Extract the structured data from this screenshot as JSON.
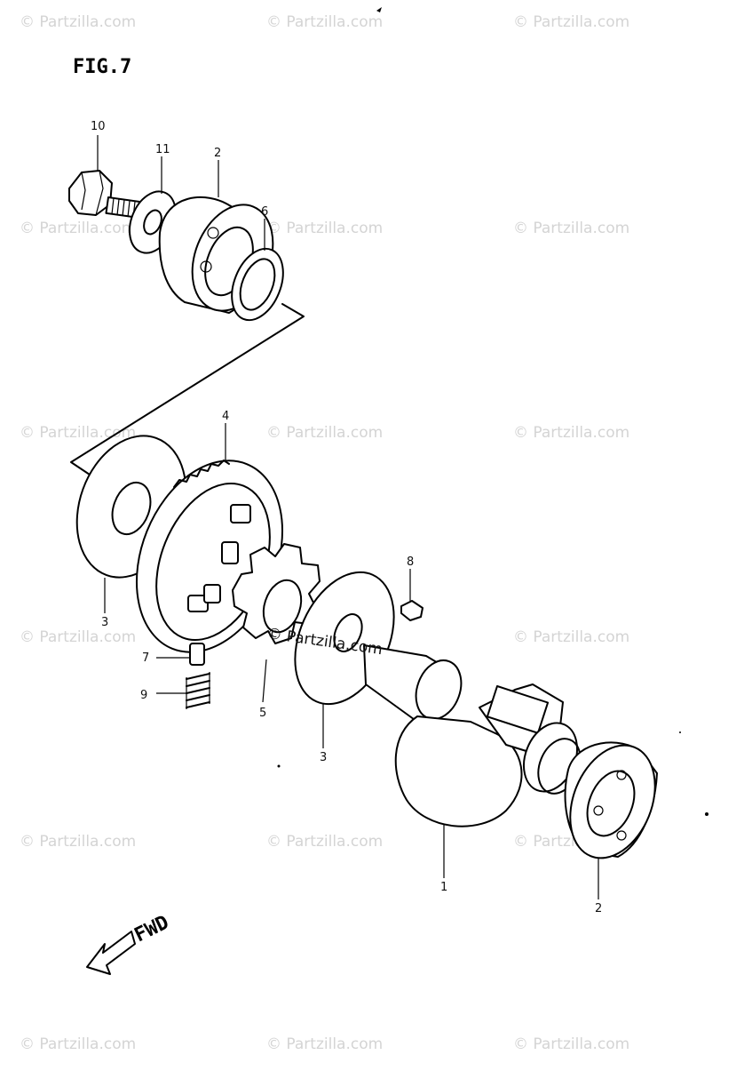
{
  "figure_label": "FIG.7",
  "direction_label": "FWD",
  "watermark_text": "© Partzilla.com",
  "center_watermark_text": "© Partzilla.com",
  "callouts": {
    "c1": "1",
    "c2": "2",
    "c3a": "3",
    "c3b": "3",
    "c4": "4",
    "c5": "5",
    "c6": "6",
    "c7a": "2",
    "c7b": "7",
    "c8": "8",
    "c9": "9",
    "c10": "10",
    "c11": "11"
  },
  "colors": {
    "line": "#000000",
    "watermark": "#d4d4d4",
    "background": "#ffffff"
  }
}
